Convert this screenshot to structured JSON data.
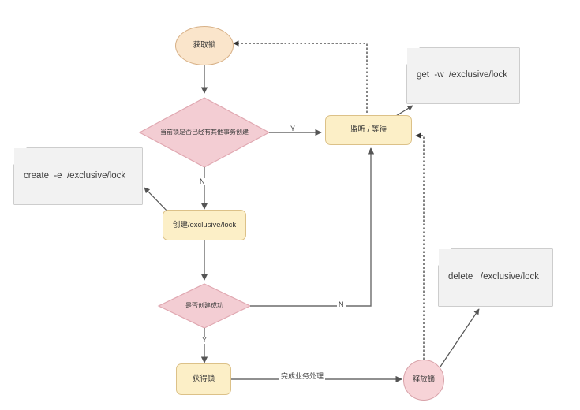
{
  "diagram": {
    "title": "ZooKeeper exclusive lock flowchart",
    "colors": {
      "ellipse_fill": "#fae5cb",
      "ellipse_stroke": "#d7b086",
      "box_fill": "#fcefc7",
      "box_stroke": "#dcc188",
      "diamond_fill": "#f3cdd3",
      "diamond_stroke": "#e0a8b1",
      "circle_fill": "#f7d3d7",
      "circle_stroke": "#d8a2a9",
      "note_fill": "#f2f2f2",
      "note_stroke": "#9b9b9b",
      "line": "#6b6b6b",
      "text": "#333333"
    },
    "nodes": {
      "start": {
        "label": "获取锁",
        "shape": "ellipse"
      },
      "decision_locked": {
        "label": "当前锁是否已经有其他事务创建",
        "shape": "diamond"
      },
      "watch_wait": {
        "label": "监听 / 等待",
        "shape": "rounded-rect"
      },
      "create_lock": {
        "label": "创建/exclusive/lock",
        "shape": "rounded-rect"
      },
      "decision_created": {
        "label": "是否创建成功",
        "shape": "diamond"
      },
      "got_lock": {
        "label": "获得锁",
        "shape": "rounded-rect"
      },
      "release_lock": {
        "label": "释放锁",
        "shape": "circle"
      }
    },
    "notes": {
      "get_watch": {
        "label": "get  -w  /exclusive/lock"
      },
      "create_ephemeral": {
        "label": "create  -e  /exclusive/lock"
      },
      "delete_lock": {
        "label": "delete   /exclusive/lock"
      }
    },
    "edge_labels": {
      "locked_yes": "Y",
      "locked_no": "N",
      "created_no": "N",
      "created_yes": "Y",
      "business_done": "完成业务处理"
    }
  }
}
